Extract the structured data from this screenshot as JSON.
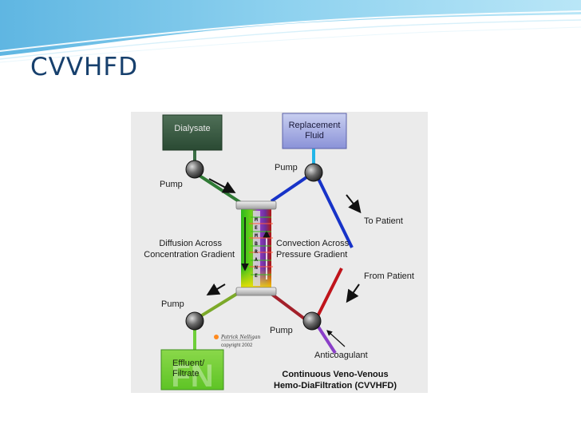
{
  "slide": {
    "title": "CVVHFD"
  },
  "diagram": {
    "boxes": {
      "dialysate": "Dialysate",
      "replacement": [
        "Replacement",
        "Fluid"
      ],
      "effluent": [
        "Effluent/",
        "Filtrate"
      ],
      "effluent_watermark": "FN"
    },
    "pump_labels": [
      "Pump",
      "Pump",
      "Pump",
      "Pump"
    ],
    "left_labels": [
      "Diffusion  Across",
      "Concentration Gradient"
    ],
    "right_labels": [
      "Convection Across",
      "Pressure Gradient"
    ],
    "membrane_letters": [
      "M",
      "E",
      "M",
      "B",
      "R",
      "A",
      "N",
      "E"
    ],
    "to_patient": "To Patient",
    "from_patient": "From Patient",
    "anticoagulant": "Anticoagulant",
    "signature": "Patrick Nelligan",
    "copyright": "copyright 2002",
    "caption": [
      "Continuous Veno-Venous",
      "Hemo-DiaFiltration (CVVHFD)"
    ],
    "colors": {
      "blue_line": "#1733c8",
      "red_line": "#c0141b",
      "green_line": "#2f7a35",
      "purple_line": "#8a3fc8",
      "title": "#17406d"
    }
  }
}
